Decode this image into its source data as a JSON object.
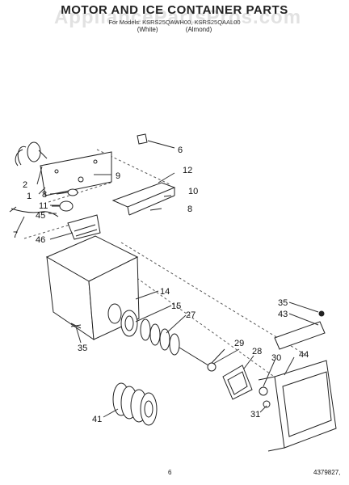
{
  "header": {
    "title": "MOTOR AND ICE CONTAINER PARTS",
    "subtitle": "For Models: KSRS25QAWH00, KSRS25QAAL00",
    "color_white": "(White)",
    "color_almond": "(Almond)"
  },
  "watermark": "AppliancePartsPros.com",
  "callouts": {
    "c6a": "6",
    "c9": "9",
    "c12": "12",
    "c2": "2",
    "c1": "1",
    "c8a": "8",
    "c10": "10",
    "c8b": "8",
    "c11": "11",
    "c45": "45",
    "c7": "7",
    "c46": "46",
    "c14": "14",
    "c15": "15",
    "c27": "27",
    "c35a": "35",
    "c43": "43",
    "c35b": "35",
    "c29": "29",
    "c28": "28",
    "c30": "30",
    "c44": "44",
    "c31": "31",
    "c41": "41"
  },
  "footer": {
    "page": "6",
    "doc": "4379827,"
  }
}
